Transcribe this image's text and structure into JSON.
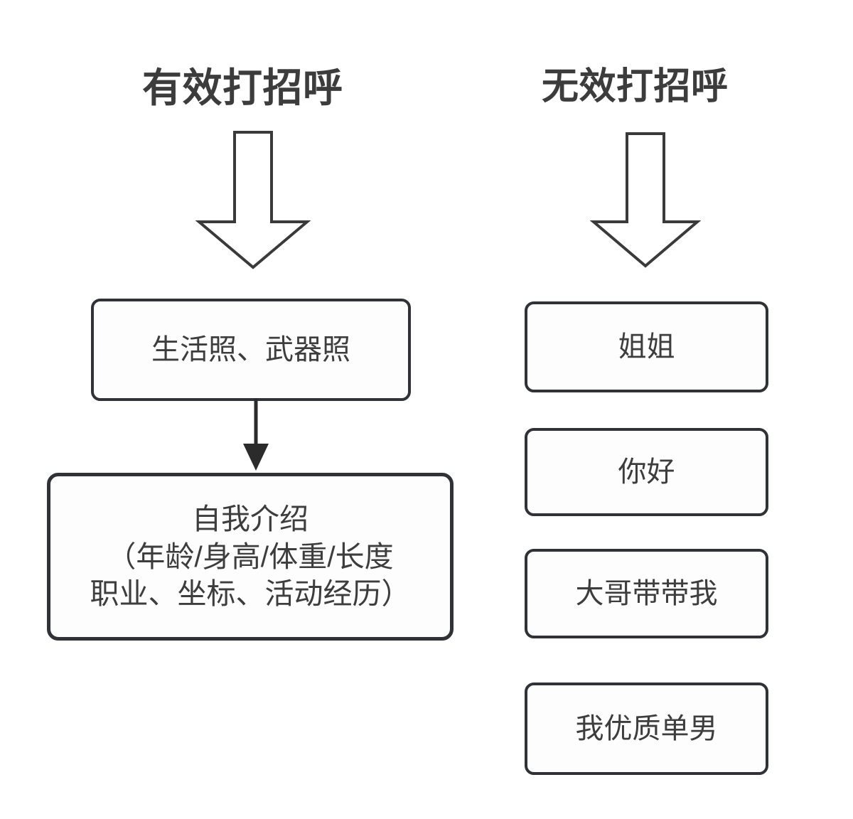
{
  "diagram": {
    "background_color": "#ffffff",
    "line_color": "#2f3337",
    "text_color": "#3d3d3d",
    "columns": [
      {
        "id": "effective",
        "title": "有效打招呼",
        "arrow": {
          "icon": "down-block-arrow",
          "style": "hollow-outline"
        },
        "nodes": [
          {
            "id": "photos",
            "text": "生活照、武器照"
          },
          {
            "id": "intro",
            "text": "自我介绍\n（年龄/身高/体重/长度\n职业、坐标、活动经历）"
          }
        ],
        "connector": {
          "icon": "down-arrow-icon",
          "from": "photos",
          "to": "intro"
        }
      },
      {
        "id": "ineffective",
        "title": "无效打招呼",
        "arrow": {
          "icon": "down-block-arrow",
          "style": "hollow-outline"
        },
        "nodes": [
          {
            "id": "sister",
            "text": "姐姐"
          },
          {
            "id": "hello",
            "text": "你好"
          },
          {
            "id": "bigbro",
            "text": "大哥带带我"
          },
          {
            "id": "quality",
            "text": "我优质单男"
          }
        ]
      }
    ]
  }
}
